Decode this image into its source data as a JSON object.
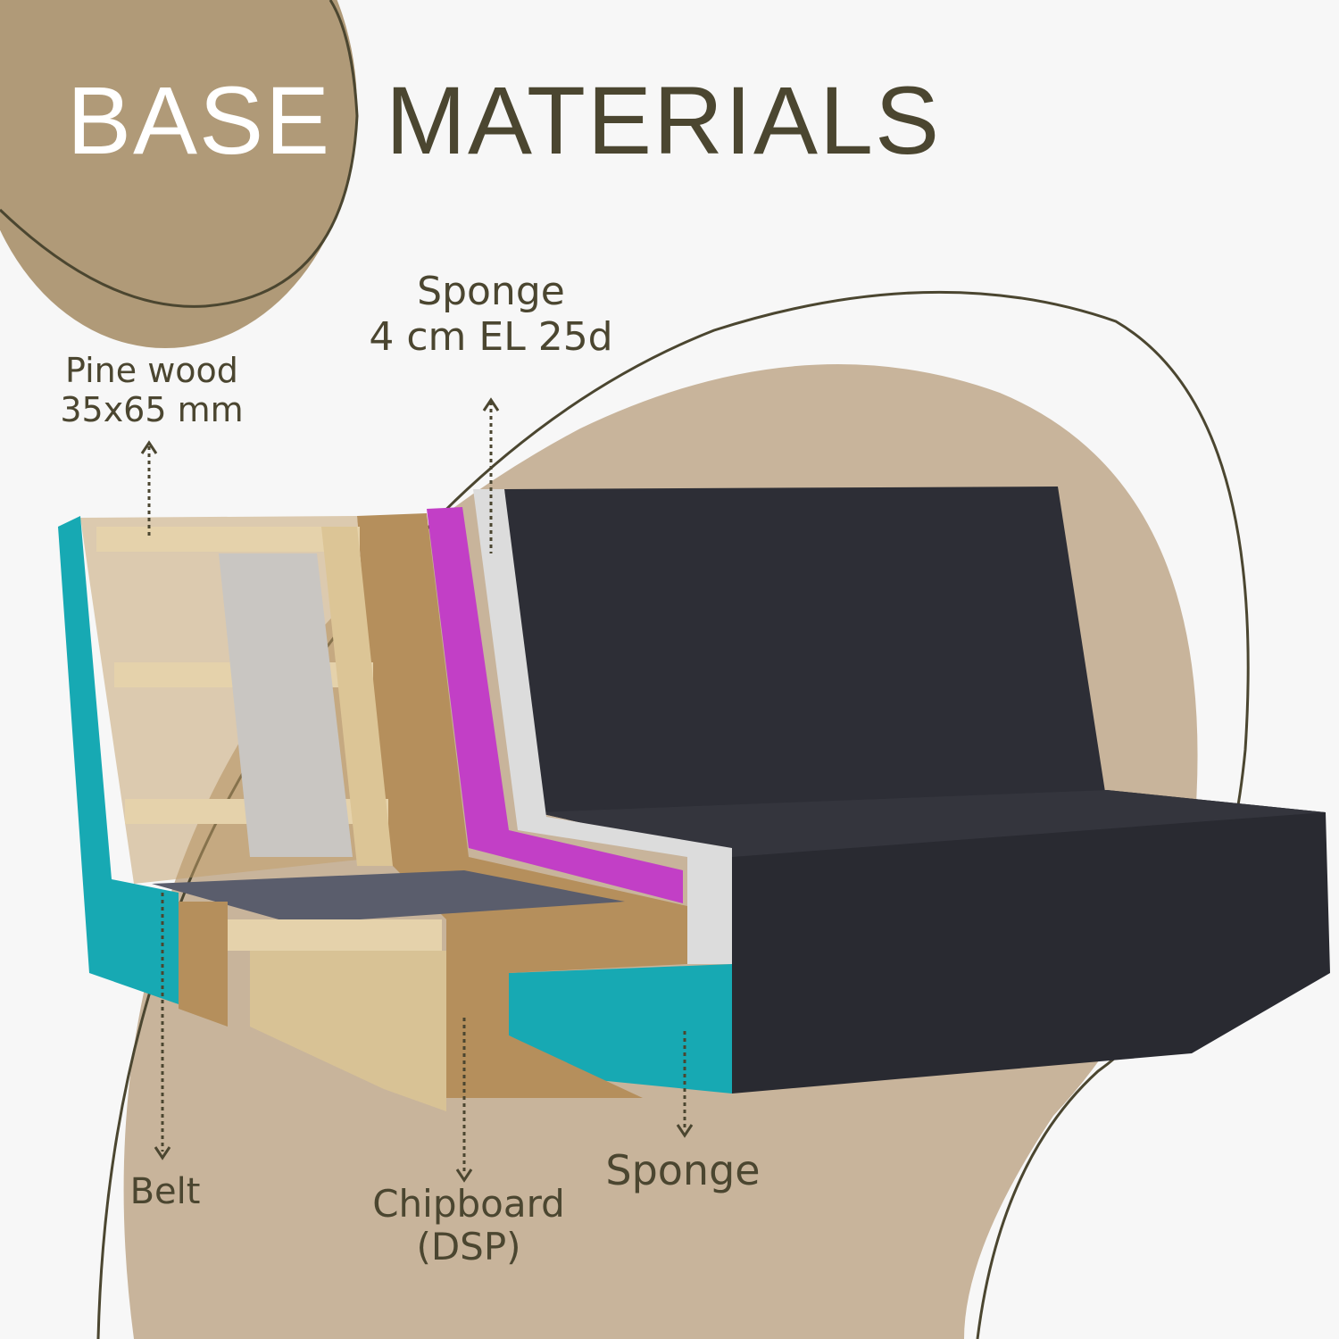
{
  "title": {
    "word1": "BASE",
    "word2": "MATERIALS"
  },
  "colors": {
    "brand_dark": "#4b4630",
    "blob_top": "#b09a78",
    "blob_main": "#c8b49b",
    "fabric": "#2c2d35",
    "teal": "#17a9b3",
    "magenta": "#c23fc6",
    "chipboard": "#b58f5c",
    "pine": "#e5d2ab"
  },
  "labels": {
    "pine_wood": {
      "line1": "Pine wood",
      "line2": "35x65 mm"
    },
    "sponge_top": {
      "line1": "Sponge",
      "line2": "4 cm EL 25d"
    },
    "belt": "Belt",
    "chipboard": {
      "line1": "Chipboard",
      "line2": "(DSP)"
    },
    "sponge_bottom": "Sponge"
  }
}
